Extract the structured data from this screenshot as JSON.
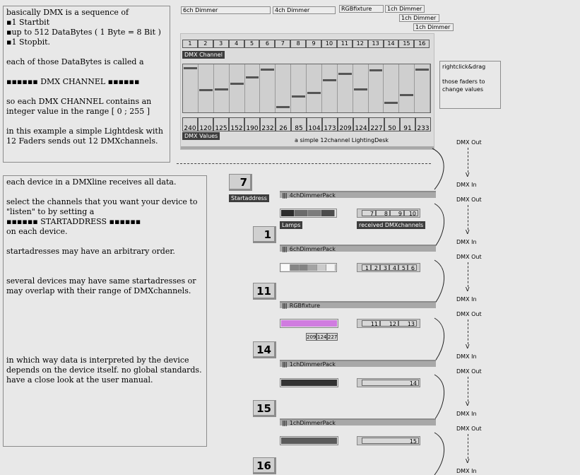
{
  "top_panel": {
    "lines": [
      "basically DMX is a sequence of",
      "▪1 Startbit",
      "▪up to 512 DataBytes ( 1 Byte = 8 Bit )",
      "▪1 Stopbit.",
      "",
      "each of those DataBytes is called a",
      "",
      "▪▪▪▪▪▪    DMX CHANNEL    ▪▪▪▪▪▪",
      "",
      "so each DMX CHANNEL contains an",
      "integer value in the range [ 0 ; 255 ]",
      "",
      "in this example a simple Lightdesk with",
      "12 Faders sends out 12 DMXchannels."
    ]
  },
  "bottom_panel": {
    "lines": [
      "each device in a DMXline receives all data.",
      "",
      "select the channels that you want your device to",
      "\"listen\" to by setting a",
      "▪▪▪▪▪▪    STARTADDRESS    ▪▪▪▪▪▪",
      "on each device.",
      "",
      "startadresses may have an arbitrary order.",
      "",
      "",
      "several devices may have same startadresses or",
      "may overlap with their range of DMXchannels.",
      "",
      "",
      "",
      "",
      "",
      "",
      "in which way data is interpreted by the device",
      "depends on the device itself.  no global standards.",
      "have a close look at the user manual."
    ]
  },
  "top_boxes": {
    "six": "6ch Dimmer",
    "four": "4ch Dimmer",
    "rgb": "RGBfixture",
    "one_a": "1ch Dimmer",
    "one_b": "1ch Dimmer",
    "one_c": "1ch Dimmer"
  },
  "lightdesk": {
    "channel_numbers": [
      "1",
      "2",
      "3",
      "4",
      "5",
      "6",
      "7",
      "8",
      "9",
      "10",
      "11",
      "12",
      "13",
      "14",
      "15",
      "16"
    ],
    "channel_label": "DMX Channel",
    "fader_levels": [
      0.94,
      0.47,
      0.49,
      0.6,
      0.75,
      0.91,
      0.1,
      0.33,
      0.41,
      0.68,
      0.82,
      0.49,
      0.89,
      0.2,
      0.36,
      0.91
    ],
    "values": [
      "240",
      "120",
      "125",
      "152",
      "190",
      "232",
      "26",
      "85",
      "104",
      "173",
      "209",
      "124",
      "227",
      "50",
      "91",
      "233"
    ],
    "values_label": "DMX Values",
    "caption": "a simple 12channel LightingDesk"
  },
  "tip": {
    "line1": "rightclick&drag",
    "line2": "those faders to",
    "line3": "change values"
  },
  "dmx": {
    "out": "DMX Out",
    "in": "DMX In",
    "arrow": "V"
  },
  "devices": [
    {
      "startaddress": "7",
      "startaddress_label": "Startaddress",
      "name": "4chDimmerPack",
      "grip": "||||",
      "lamps_label": "Lamps",
      "received_label": "received DMXchannels",
      "channels": [
        "7",
        "8",
        "9",
        "10"
      ],
      "lamp_colors": [
        "#2b2b2b",
        "#6a6a6a",
        "#7c7c7c",
        "#4c4c4c"
      ]
    },
    {
      "startaddress": "1",
      "name": "6chDimmerPack",
      "grip": "||||",
      "channels": [
        "1",
        "2",
        "3",
        "4",
        "5",
        "6"
      ],
      "lamp_colors": [
        "#fafafa",
        "#858585",
        "#838383",
        "#a3a3a3",
        "#cbcbcb",
        "#f2f2f2"
      ]
    },
    {
      "startaddress": "11",
      "name": "RGBfixture",
      "grip": "||||",
      "channels": [
        "11",
        "12",
        "13"
      ],
      "rgb_values": [
        "209",
        "124",
        "227"
      ],
      "color": "#d07ce0"
    },
    {
      "startaddress": "14",
      "name": "1chDimmerPack",
      "grip": "||||",
      "channels": [
        "14"
      ],
      "bar_color": "#333333"
    },
    {
      "startaddress": "15",
      "name": "1chDimmerPack",
      "grip": "||||",
      "channels": [
        "15"
      ],
      "bar_color": "#5b5b5b"
    },
    {
      "startaddress": "16"
    }
  ]
}
